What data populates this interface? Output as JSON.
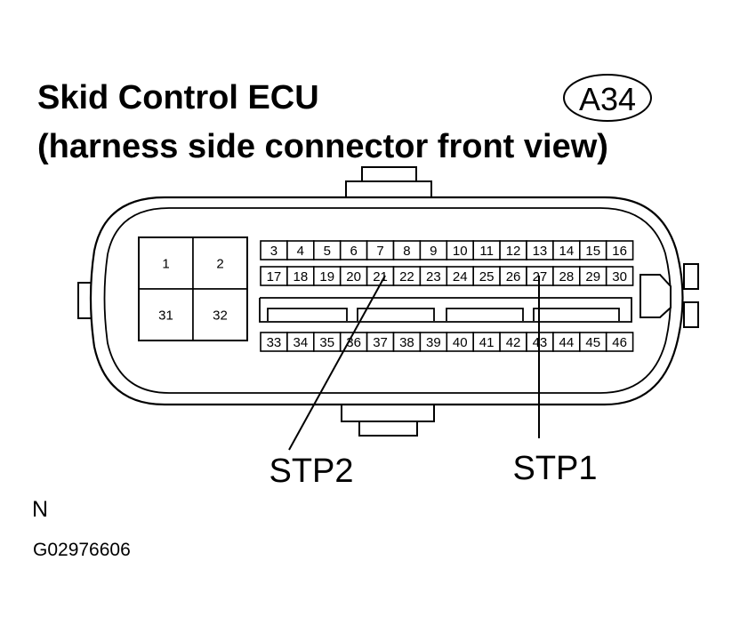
{
  "title": {
    "line1": "Skid Control ECU",
    "line2": "(harness side connector front view)"
  },
  "connector": {
    "code": "A34",
    "large_terminals": [
      "1",
      "2",
      "31",
      "32"
    ],
    "row_upper": [
      "3",
      "4",
      "5",
      "6",
      "7",
      "8",
      "9",
      "10",
      "11",
      "12",
      "13",
      "14",
      "15",
      "16"
    ],
    "row_middle": [
      "17",
      "18",
      "19",
      "20",
      "21",
      "22",
      "23",
      "24",
      "25",
      "26",
      "27",
      "28",
      "29",
      "30"
    ],
    "row_lower": [
      "33",
      "34",
      "35",
      "36",
      "37",
      "38",
      "39",
      "40",
      "41",
      "42",
      "43",
      "44",
      "45",
      "46"
    ]
  },
  "callouts": [
    {
      "label": "STP2",
      "terminal": "21"
    },
    {
      "label": "STP1",
      "terminal": "27"
    }
  ],
  "direction_mark": "N",
  "figure_code": "G02976606"
}
